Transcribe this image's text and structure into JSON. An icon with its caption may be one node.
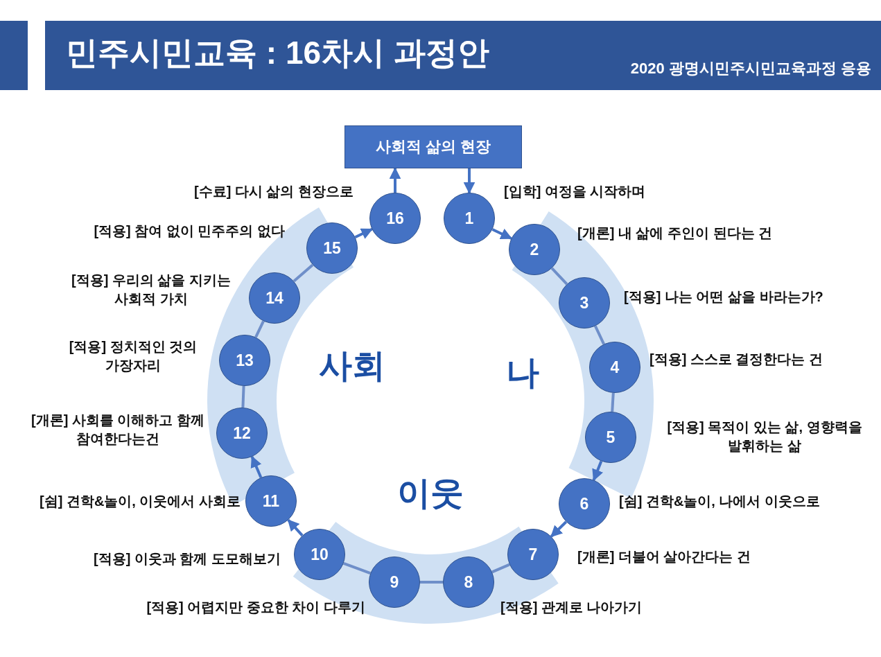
{
  "diagram": {
    "title": "민주시민교육 : 16차시 과정안",
    "nodes": [
      {
        "text": [
          "사회적 삶의 현장"
        ]
      },
      {
        "text": [
          "1"
        ],
        "beside": [
          "[입학] 여정을 시작하며"
        ]
      },
      {
        "text": [
          "2"
        ],
        "beside": [
          "[개론] 내 삶에 주인이 된다는 건"
        ]
      },
      {
        "text": [
          "3"
        ],
        "beside": [
          "[적용] 나는 어떤 삶을 바라는가?"
        ]
      },
      {
        "text": [
          "4"
        ],
        "beside": [
          "[적용] 스스로 결정한다는 건"
        ]
      },
      {
        "text": [
          "5"
        ],
        "beside": [
          "[적용] 목적이 있는 삶, 영향력을 발휘하는 삶"
        ]
      },
      {
        "text": [
          "6"
        ],
        "beside": [
          "[쉼] 견학&놀이, 나에서 이웃으로"
        ]
      },
      {
        "text": [
          "7"
        ],
        "beside": [
          "[개론] 더불어 살아간다는 건"
        ]
      },
      {
        "text": [
          "8"
        ],
        "beside": [
          "[적용] 관계로 나아가기"
        ]
      },
      {
        "text": [
          "9"
        ],
        "beside": [
          "[적용] 어렵지만 중요한 차이 다루기"
        ]
      },
      {
        "text": [
          "10"
        ],
        "beside": [
          "[적용] 이웃과 함께 도모해보기"
        ]
      },
      {
        "text": [
          "11"
        ],
        "beside": [
          "[쉼] 견학&놀이, 이웃에서 사회로"
        ]
      },
      {
        "text": [
          "12"
        ],
        "beside": [
          "[개론] 사회를 이해하고 함께 참여한다는건"
        ]
      },
      {
        "text": [
          "13"
        ],
        "beside": [
          "[적용] 정치적인 것의 가장자리"
        ]
      },
      {
        "text": [
          "14"
        ],
        "beside": [
          "[적용] 우리의 삶을 지키는 사회적 가치"
        ]
      },
      {
        "text": [
          "15"
        ],
        "beside": [
          "[적용] 참여 없이 민주주의 없다"
        ]
      },
      {
        "text": [
          "16"
        ],
        "beside": [
          "[수료] 다시 삶의 현장으로"
        ]
      }
    ],
    "edges": [
      {
        "from": 0,
        "to": 1,
        "arrow": "to"
      },
      {
        "from": 1,
        "to": 2,
        "arrow": "to"
      },
      {
        "from": 2,
        "to": 3,
        "arrow": "none"
      },
      {
        "from": 3,
        "to": 4,
        "arrow": "none"
      },
      {
        "from": 4,
        "to": 5,
        "arrow": "none"
      },
      {
        "from": 5,
        "to": 6,
        "arrow": "to"
      },
      {
        "from": 6,
        "to": 7,
        "arrow": "to"
      },
      {
        "from": 7,
        "to": 8,
        "arrow": "none"
      },
      {
        "from": 8,
        "to": 9,
        "arrow": "none"
      },
      {
        "from": 9,
        "to": 10,
        "arrow": "none"
      },
      {
        "from": 10,
        "to": 11,
        "arrow": "to"
      },
      {
        "from": 11,
        "to": 12,
        "arrow": "to"
      },
      {
        "from": 12,
        "to": 13,
        "arrow": "none"
      },
      {
        "from": 13,
        "to": 14,
        "arrow": "none"
      },
      {
        "from": 14,
        "to": 15,
        "arrow": "none"
      },
      {
        "from": 15,
        "to": 16,
        "arrow": "to"
      },
      {
        "from": 16,
        "to": 0,
        "arrow": "to"
      }
    ],
    "labels": [
      "2020 광명시민주시민교육과정 응용",
      "사회",
      "나",
      "이웃"
    ]
  }
}
